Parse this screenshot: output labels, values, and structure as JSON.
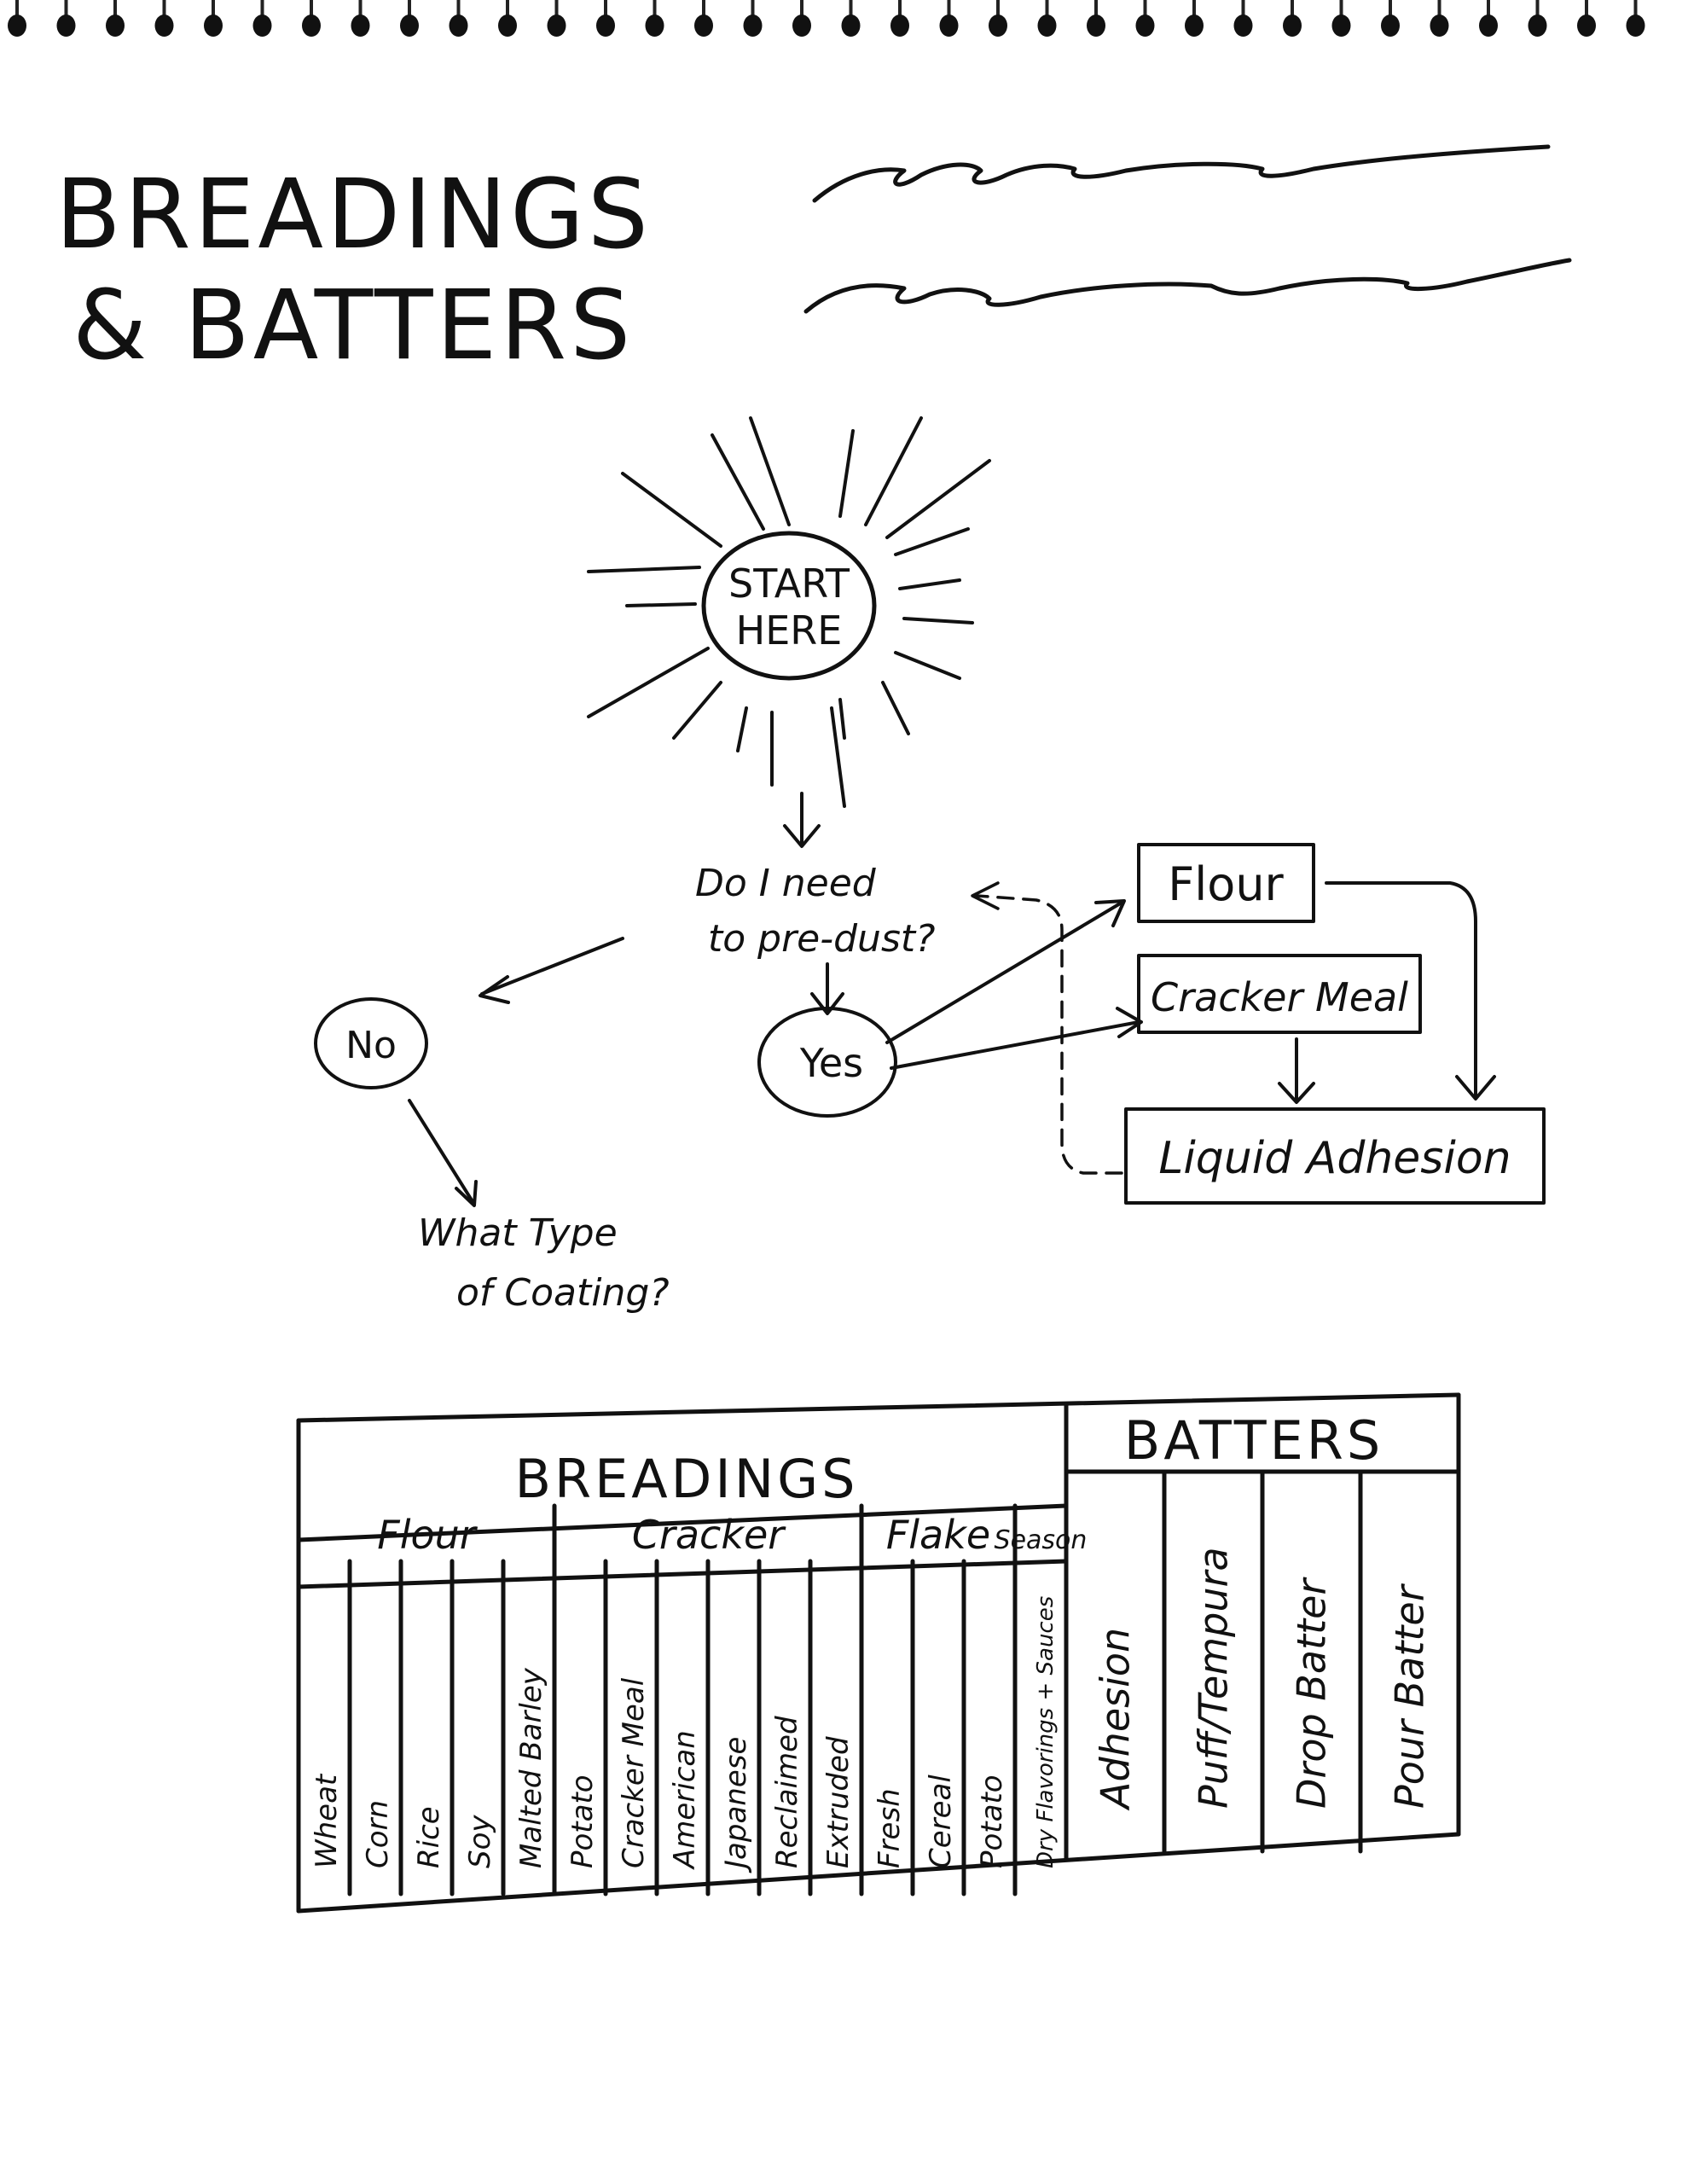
{
  "title": {
    "line1": "BREADINGS",
    "line2": "& BATTERS"
  },
  "flowchart": {
    "start": {
      "line1": "START",
      "line2": "HERE"
    },
    "question": {
      "line1": "Do I need",
      "line2": "to pre-dust?"
    },
    "no": "No",
    "yes": "Yes",
    "coating_question": {
      "line1": "What Type",
      "line2": "of Coating?"
    },
    "flour": "Flour",
    "cracker_meal": "Cracker Meal",
    "liquid_adhesion": "Liquid Adhesion"
  },
  "table": {
    "breadings_header": "BREADINGS",
    "batters_header": "BATTERS",
    "groups": [
      {
        "label": "Flour",
        "items": [
          "Wheat",
          "Corn",
          "Rice",
          "Soy",
          "Malted Barley"
        ]
      },
      {
        "label": "Cracker",
        "items": [
          "Potato",
          "Cracker Meal",
          "American",
          "Japanese",
          "Reclaimed",
          "Extruded"
        ]
      },
      {
        "label": "Flake",
        "items": [
          "Fresh",
          "Cereal",
          "Potato"
        ]
      },
      {
        "label": "Season",
        "items": [
          "Dry Flavorings + Sauces"
        ]
      }
    ],
    "batters": [
      "Adhesion",
      "Puff/Tempura",
      "Drop Batter",
      "Pour Batter"
    ]
  }
}
